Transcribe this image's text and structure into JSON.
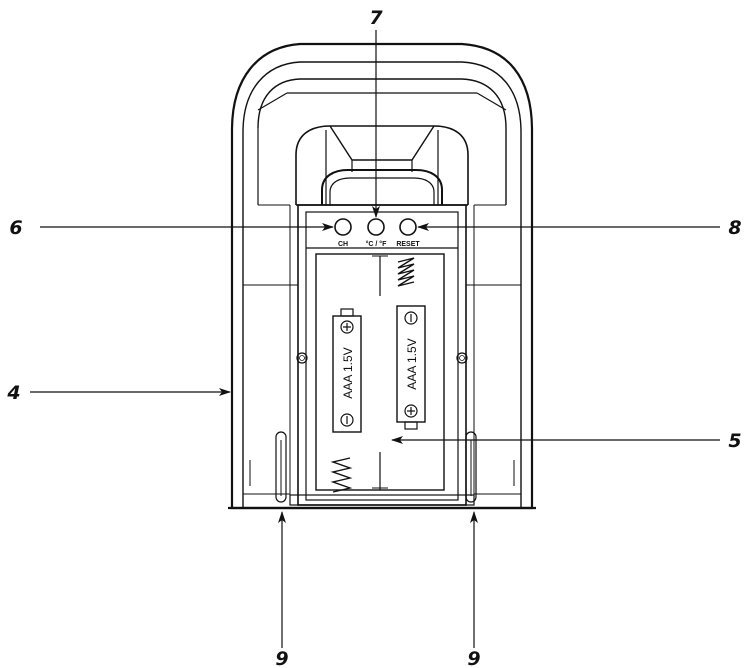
{
  "callouts": {
    "c4": "4",
    "c5": "5",
    "c6": "6",
    "c7": "7",
    "c8": "8",
    "c9_left": "9",
    "c9_right": "9"
  },
  "buttons": {
    "ch": "CH",
    "unit": "°C / °F",
    "reset": "RESET"
  },
  "batteries": {
    "left": "AAA  1.5V",
    "right": "AAA  1.5V"
  },
  "colors": {
    "line": "#111111",
    "background": "#ffffff"
  }
}
